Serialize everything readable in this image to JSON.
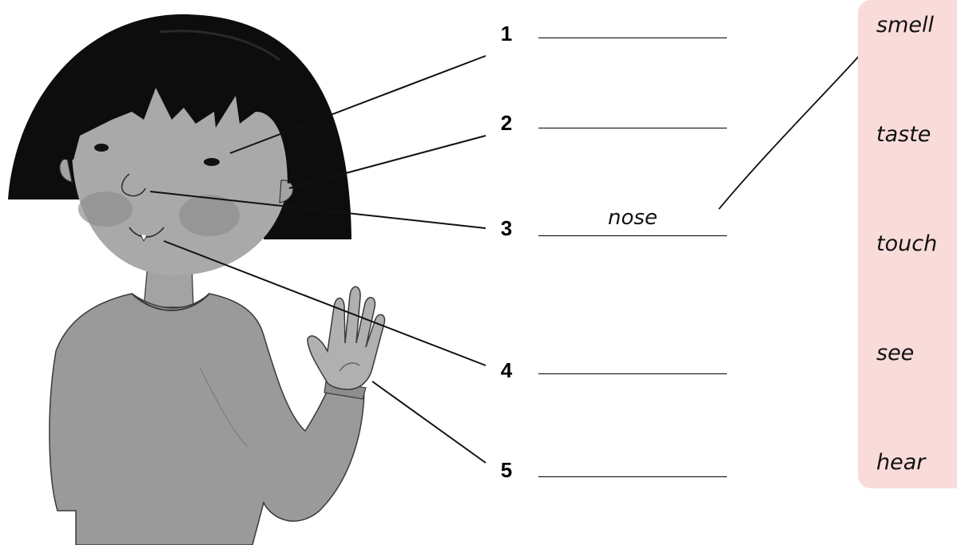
{
  "parts": [
    {
      "number": "1",
      "answer": ""
    },
    {
      "number": "2",
      "answer": ""
    },
    {
      "number": "3",
      "answer": "nose"
    },
    {
      "number": "4",
      "answer": ""
    },
    {
      "number": "5",
      "answer": ""
    }
  ],
  "senses": [
    "smell",
    "taste",
    "touch",
    "see",
    "hear"
  ],
  "colors": {
    "sense_panel": "#f9dcda",
    "hair": "#0d0d0d",
    "skin": "#a9a9a9",
    "sweater": "#9a9a9a",
    "ink": "#000000"
  },
  "icons": {
    "illustration": "girl-waving-illustration"
  }
}
